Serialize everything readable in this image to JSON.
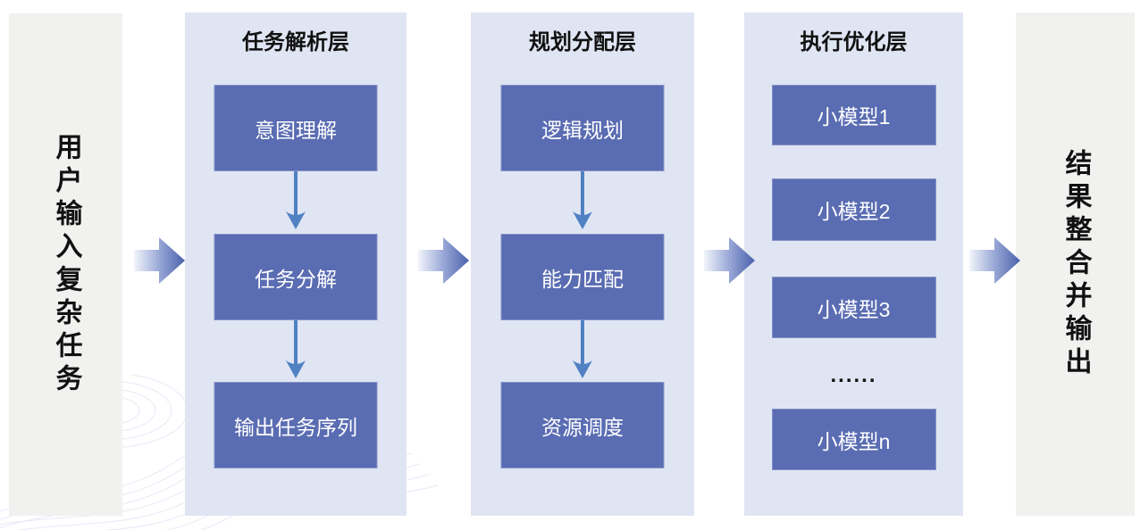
{
  "colors": {
    "background": "#ffffff",
    "panel_gray": "#f1f1f0",
    "panel_blue": "#e0e5f3",
    "box_fill": "#5a6cb2",
    "box_border": "#8693c8",
    "box_text": "#ffffff",
    "heading_text": "#111111",
    "side_text": "#111111",
    "flow_arrow_light": "#f2f5fb",
    "flow_arrow_dark": "#4a61ac",
    "down_arrow": "#4f81c3",
    "watermark": "#cfc9ec"
  },
  "input_panel": {
    "text": "用户输入复杂任务"
  },
  "output_panel": {
    "text": "结果整合并输出"
  },
  "layers": [
    {
      "header": "任务解析层",
      "boxes": [
        "意图理解",
        "任务分解",
        "输出任务序列"
      ]
    },
    {
      "header": "规划分配层",
      "boxes": [
        "逻辑规划",
        "能力匹配",
        "资源调度"
      ]
    },
    {
      "header": "执行优化层",
      "boxes": [
        "小模型1",
        "小模型2",
        "小模型3",
        "小模型n"
      ],
      "ellipsis": "......"
    }
  ]
}
